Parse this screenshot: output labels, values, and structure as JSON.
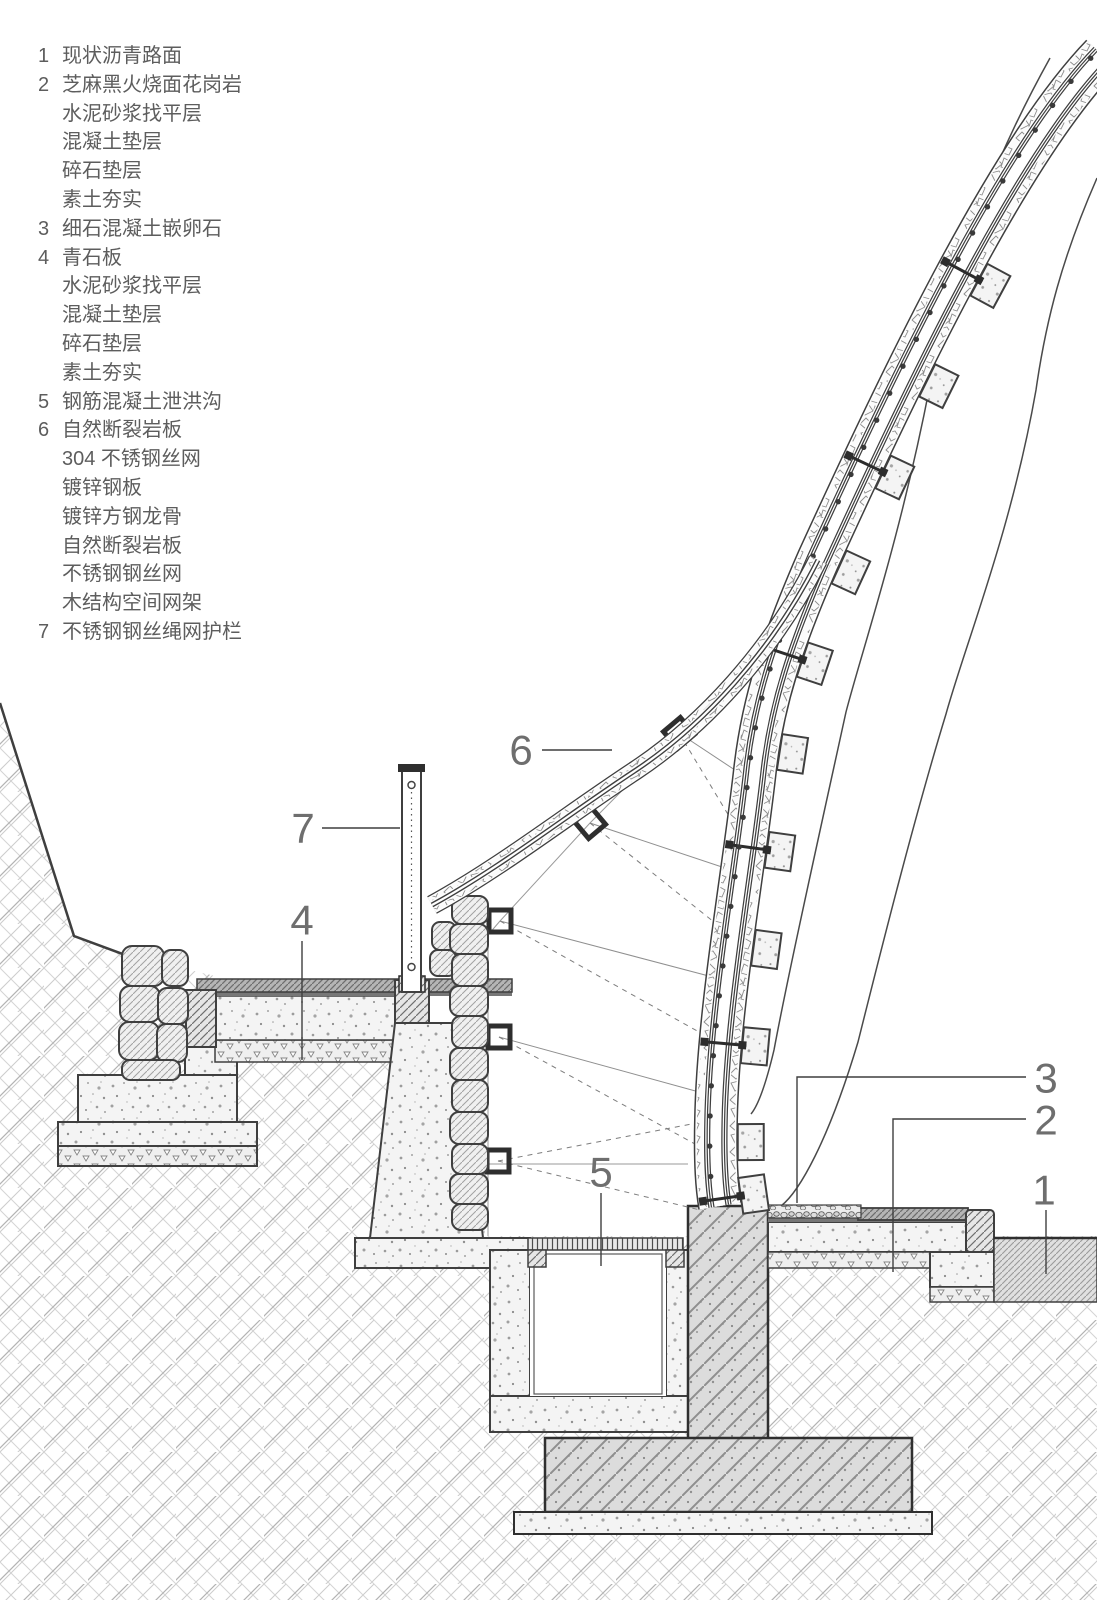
{
  "drawing_title": "wall-base-and-roof-eave-construction-detail-section",
  "legend": {
    "items": [
      {
        "num": "1",
        "text": "现状沥青路面"
      },
      {
        "num": "2",
        "text": "芝麻黑火烧面花岗岩"
      },
      {
        "num": "",
        "text": "水泥砂浆找平层"
      },
      {
        "num": "",
        "text": "混凝土垫层"
      },
      {
        "num": "",
        "text": "碎石垫层"
      },
      {
        "num": "",
        "text": "素土夯实"
      },
      {
        "num": "3",
        "text": "细石混凝土嵌卵石"
      },
      {
        "num": "4",
        "text": "青石板"
      },
      {
        "num": "",
        "text": "水泥砂浆找平层"
      },
      {
        "num": "",
        "text": "混凝土垫层"
      },
      {
        "num": "",
        "text": "碎石垫层"
      },
      {
        "num": "",
        "text": "素土夯实"
      },
      {
        "num": "5",
        "text": "钢筋混凝土泄洪沟"
      },
      {
        "num": "6",
        "text": "自然断裂岩板"
      },
      {
        "num": "",
        "text": "304 不锈钢丝网"
      },
      {
        "num": "",
        "text": "镀锌钢板"
      },
      {
        "num": "",
        "text": "镀锌方钢龙骨"
      },
      {
        "num": "",
        "text": "自然断裂岩板"
      },
      {
        "num": "",
        "text": "不锈钢钢丝网"
      },
      {
        "num": "",
        "text": "木结构空间网架"
      },
      {
        "num": "7",
        "text": "不锈钢钢丝绳网护栏"
      }
    ]
  },
  "callouts": [
    {
      "num": "1"
    },
    {
      "num": "2"
    },
    {
      "num": "3"
    },
    {
      "num": "4"
    },
    {
      "num": "5"
    },
    {
      "num": "6"
    },
    {
      "num": "7"
    }
  ],
  "colors": {
    "line": "#3f3f3f",
    "callout_text": "#6e6e6e",
    "legend_text": "#5d5d5d",
    "background": "#ffffff"
  }
}
